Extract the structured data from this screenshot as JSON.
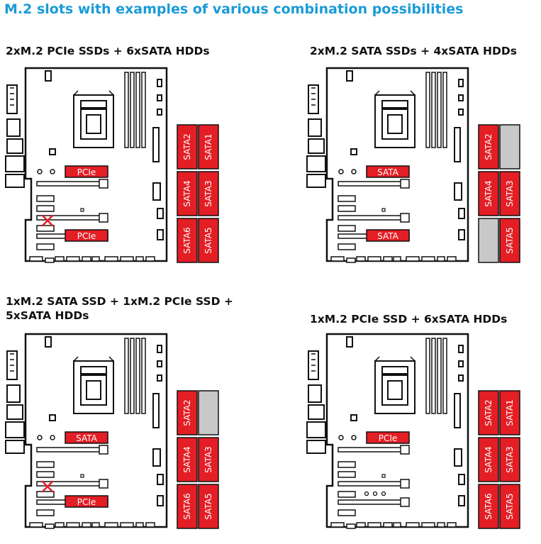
{
  "title": "M.2 slots with examples of various combination possibilities",
  "colors": {
    "title": "#1a9bd7",
    "active_port": "#e31e24",
    "disabled_port": "#c8c8c8",
    "outline": "#111111"
  },
  "diagrams": [
    {
      "caption_lines": [
        "2xM.2 PCIe SSDs + 6xSATA HDDs"
      ],
      "m2_slot_1": "PCIe",
      "m2_slot_2": "PCIe",
      "m2_slot_2_disabled_pcie_slot": true,
      "sata_ports": [
        {
          "label": "SATA2",
          "state": "active"
        },
        {
          "label": "SATA1",
          "state": "active"
        },
        {
          "label": "SATA4",
          "state": "active"
        },
        {
          "label": "SATA3",
          "state": "active"
        },
        {
          "label": "SATA6",
          "state": "active"
        },
        {
          "label": "SATA5",
          "state": "active"
        }
      ]
    },
    {
      "caption_lines": [
        "2xM.2 SATA SSDs + 4xSATA HDDs"
      ],
      "m2_slot_1": "SATA",
      "m2_slot_2": "SATA",
      "m2_slot_2_disabled_pcie_slot": false,
      "sata_ports": [
        {
          "label": "SATA2",
          "state": "active"
        },
        {
          "label": "",
          "state": "disabled"
        },
        {
          "label": "SATA4",
          "state": "active"
        },
        {
          "label": "SATA3",
          "state": "active"
        },
        {
          "label": "",
          "state": "disabled"
        },
        {
          "label": "SATA5",
          "state": "active"
        }
      ]
    },
    {
      "caption_lines": [
        "1xM.2 SATA SSD + 1xM.2 PCIe SSD +",
        "5xSATA HDDs"
      ],
      "m2_slot_1": "SATA",
      "m2_slot_2": "PCIe",
      "m2_slot_2_disabled_pcie_slot": true,
      "sata_ports": [
        {
          "label": "SATA2",
          "state": "active"
        },
        {
          "label": "",
          "state": "disabled"
        },
        {
          "label": "SATA4",
          "state": "active"
        },
        {
          "label": "SATA3",
          "state": "active"
        },
        {
          "label": "SATA6",
          "state": "active"
        },
        {
          "label": "SATA5",
          "state": "active"
        }
      ]
    },
    {
      "caption_lines": [
        "1xM.2 PCIe SSD + 6xSATA HDDs"
      ],
      "m2_slot_1": "PCIe",
      "m2_slot_2": "",
      "m2_slot_2_disabled_pcie_slot": false,
      "sata_ports": [
        {
          "label": "SATA2",
          "state": "active"
        },
        {
          "label": "SATA1",
          "state": "active"
        },
        {
          "label": "SATA4",
          "state": "active"
        },
        {
          "label": "SATA3",
          "state": "active"
        },
        {
          "label": "SATA6",
          "state": "active"
        },
        {
          "label": "SATA5",
          "state": "active"
        }
      ]
    }
  ]
}
